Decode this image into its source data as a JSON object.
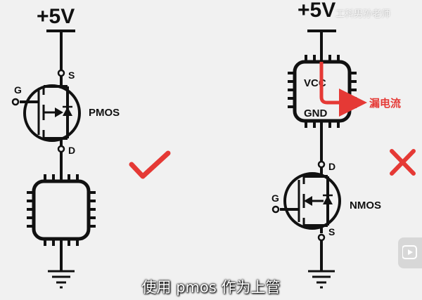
{
  "left": {
    "supply_label": "+5V",
    "mosfet_type": "PMOS",
    "pin_g": "G",
    "pin_s": "S",
    "pin_d": "D",
    "mark": "check",
    "mark_color": "#e53935"
  },
  "right": {
    "supply_label": "+5V",
    "chip_top_label": "VCC",
    "chip_bottom_label": "GND",
    "leak_label": "漏电流",
    "mosfet_type": "NMOS",
    "pin_g": "G",
    "pin_d": "D",
    "pin_s": "S",
    "mark": "cross",
    "mark_color": "#e53935"
  },
  "subtitle": "使用 pmos 作为上管",
  "watermark": "工科男孙老师",
  "colors": {
    "wire": "#111111",
    "accent": "#e53935",
    "background": "#f1f1f1"
  },
  "icons": [
    "ground-icon",
    "check-icon",
    "cross-icon",
    "play-icon"
  ]
}
